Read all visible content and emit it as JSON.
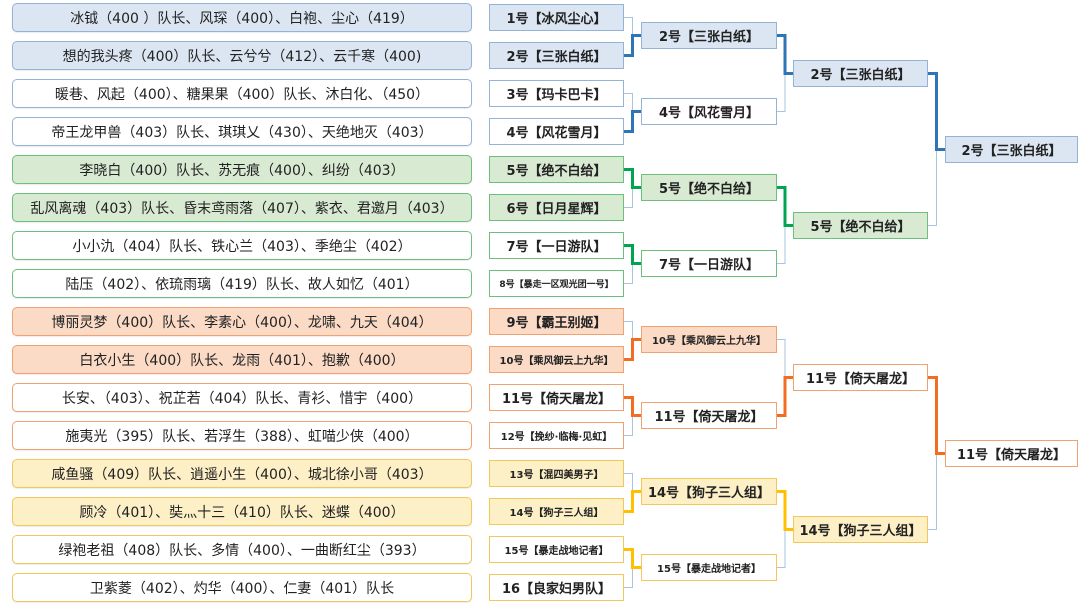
{
  "colors": {
    "blue_line": "#2e75b6",
    "green_line": "#00a550",
    "orange_line": "#f26c23",
    "yellow_line": "#ffc000",
    "loser_line": "#a9c4e0"
  },
  "teams": [
    {
      "roster": "冰钺（400 ）队长、风琛（400）、白袍、尘心（419）",
      "group": "blue",
      "filled": true
    },
    {
      "roster": "想的我头疼（400）队长、云兮兮（412）、云千寒（400)",
      "group": "blue",
      "filled": true
    },
    {
      "roster": "暖巷、风起（400）、糖果果（400）队长、沐白化、（450）",
      "group": "blue",
      "filled": false
    },
    {
      "roster": "帝王龙甲兽（403）队长、琪琪乂（430）、天绝地灭（403）",
      "group": "blue",
      "filled": false
    },
    {
      "roster": "李晓白（400）队长、苏无痕（400）、纠纷（403）",
      "group": "green",
      "filled": true
    },
    {
      "roster": "乱风离魂（403）队长、昏末鸢雨落（407）、紫衣、君邀月（403）",
      "group": "green",
      "filled": true
    },
    {
      "roster": "小小氿（404）队长、铁心兰（403）、季绝尘（402）",
      "group": "green",
      "filled": false
    },
    {
      "roster": "陆压（402）、依琉雨璃（419）队长、故人如忆（401）",
      "group": "green",
      "filled": false
    },
    {
      "roster": "博丽灵梦（400）队长、李素心（400）、龙啸、九天（404）",
      "group": "orange",
      "filled": true
    },
    {
      "roster": "白衣小生（400）队长、龙雨（401）、抱歉（400）",
      "group": "orange",
      "filled": true
    },
    {
      "roster": "长安、（403）、祝芷若（404）队长、青衫、惜宇（400）",
      "group": "orange",
      "filled": false
    },
    {
      "roster": "施夷光（395）队长、若浮生（388）、虹喵少侠（400）",
      "group": "orange",
      "filled": false
    },
    {
      "roster": "咸鱼骚（409）队长、逍遥小生（400）、城北徐小哥（403）",
      "group": "yellow",
      "filled": true
    },
    {
      "roster": "顾冷（401）、奘灬十三（410）队长、迷蝶（400）",
      "group": "yellow",
      "filled": true
    },
    {
      "roster": "绿袍老祖（408）队长、多情（400）、一曲断红尘（393）",
      "group": "yellow",
      "filled": false
    },
    {
      "roster": "卫紫菱（402）、灼华（400）、仁妻（401）队长",
      "group": "yellow",
      "filled": false
    }
  ],
  "round1": [
    "1号【冰风尘心】",
    "2号【三张白纸】",
    "3号【玛卡巴卡】",
    "4号【风花雪月】",
    "5号【绝不白给】",
    "6号【日月星辉】",
    "7号【一日游队】",
    "8号【暴走一区观光团一号】",
    "9号【霸王别姬】",
    "10号【乘风御云上九华】",
    "11号【倚天屠龙】",
    "12号【挽纱·临梅·见虹】",
    "13号【混四美男子】",
    "14号【狗子三人组】",
    "15号【暴走战地记者】",
    "16【良家妇男队】"
  ],
  "round2": [
    "2号【三张白纸】",
    "4号【风花雪月】",
    "5号【绝不白给】",
    "7号【一日游队】",
    "10号【乘风御云上九华】",
    "11号【倚天屠龙】",
    "14号【狗子三人组】",
    "15号【暴走战地记者】"
  ],
  "round3": [
    "2号【三张白纸】",
    "5号【绝不白给】",
    "11号【倚天屠龙】",
    "14号【狗子三人组】"
  ],
  "round4": [
    "2号【三张白纸】",
    "11号【倚天屠龙】"
  ],
  "winners": {
    "round1": [
      1,
      3,
      4,
      6,
      9,
      10,
      13,
      14
    ],
    "round2": [
      0,
      2,
      5,
      6
    ],
    "round3": [
      0,
      2
    ]
  }
}
